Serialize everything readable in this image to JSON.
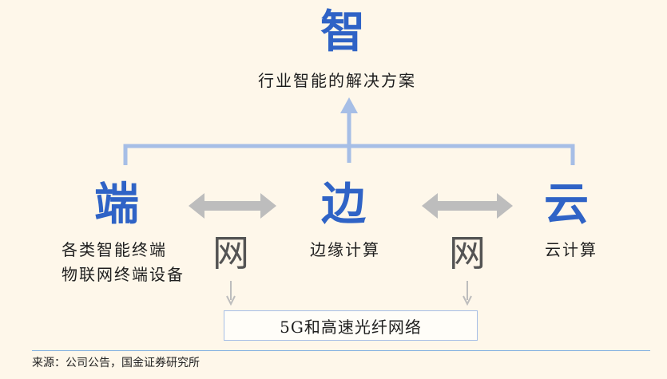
{
  "top": {
    "char": "智",
    "label": "行业智能的解决方案"
  },
  "nodes": {
    "end": {
      "char": "端",
      "lines": [
        "各类智能终端",
        "物联网终端设备"
      ]
    },
    "edge": {
      "char": "边",
      "label": "边缘计算"
    },
    "cloud": {
      "char": "云",
      "label": "云计算"
    }
  },
  "network": {
    "char_left": "网",
    "char_right": "网",
    "box_label": "5G和高速光纤网络"
  },
  "source": "来源：公司公告，国金证券研究所",
  "colors": {
    "background": "#FEF7EA",
    "blue_char": "#2F63C6",
    "connector": "#A6BEE6",
    "arrow_gray": "#BDBDBD"
  }
}
